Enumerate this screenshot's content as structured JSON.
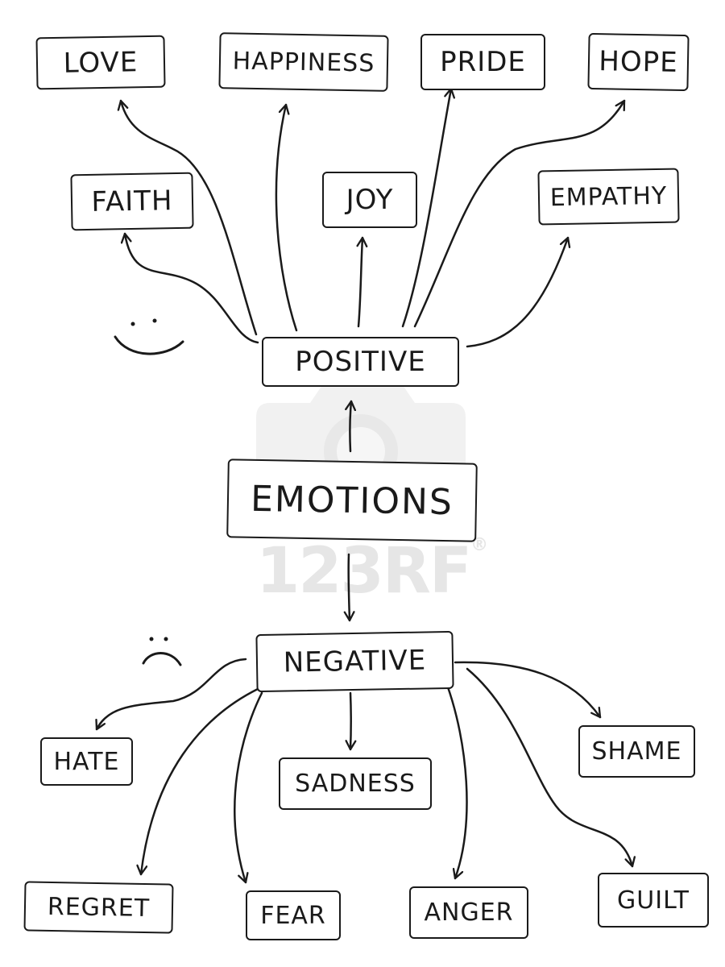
{
  "diagram": {
    "root": "EMOTIONS",
    "positive": {
      "label": "POSITIVE",
      "children": [
        "LOVE",
        "HAPPINESS",
        "PRIDE",
        "HOPE",
        "FAITH",
        "JOY",
        "EMPATHY"
      ]
    },
    "negative": {
      "label": "NEGATIVE",
      "children": [
        "HATE",
        "SADNESS",
        "SHAME",
        "REGRET",
        "FEAR",
        "ANGER",
        "GUILT"
      ]
    }
  },
  "watermark": {
    "text": "123RF",
    "mark": "®"
  },
  "faces": {
    "happy": "smiley-face",
    "sad": "frowny-face"
  }
}
